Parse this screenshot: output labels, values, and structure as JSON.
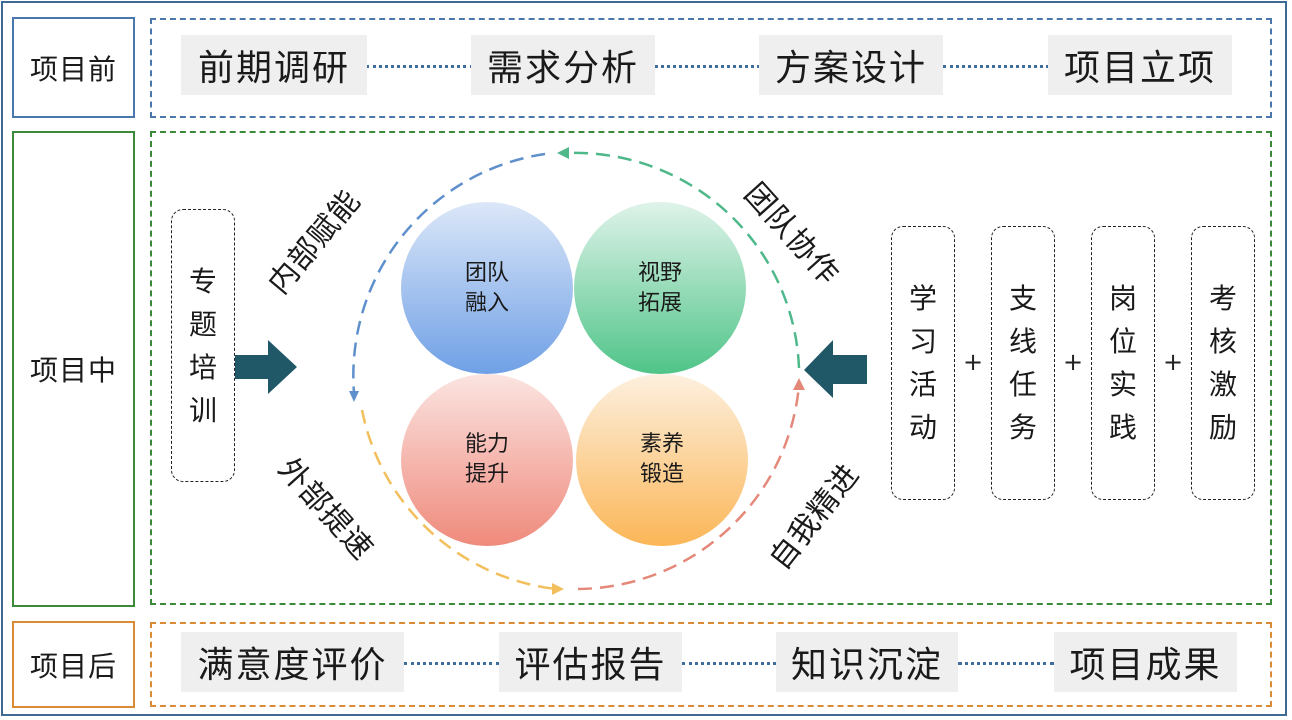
{
  "before": {
    "label": "项目前",
    "steps": [
      "前期调研",
      "需求分析",
      "方案设计",
      "项目立项"
    ]
  },
  "during": {
    "label": "项目中",
    "left_box": [
      "专",
      "题",
      "培",
      "训"
    ],
    "quadrants": [
      {
        "line1": "团队",
        "line2": "融入"
      },
      {
        "line1": "视野",
        "line2": "拓展"
      },
      {
        "line1": "能力",
        "line2": "提升"
      },
      {
        "line1": "素养",
        "line2": "锻造"
      }
    ],
    "arc_labels": {
      "top_left": "内部赋能",
      "top_right": "团队协作",
      "bottom_left": "外部提速",
      "bottom_right": "自我精进"
    },
    "right_boxes": [
      [
        "学",
        "习",
        "活",
        "动"
      ],
      [
        "支",
        "线",
        "任",
        "务"
      ],
      [
        "岗",
        "位",
        "实",
        "践"
      ],
      [
        "考",
        "核",
        "激",
        "励"
      ]
    ],
    "plus_sign": "+"
  },
  "after": {
    "label": "项目后",
    "steps": [
      "满意度评价",
      "评估报告",
      "知识沉淀",
      "项目成果"
    ]
  },
  "colors": {
    "frame": "#3f6a96",
    "before": "#4a78ad",
    "during": "#3a8a3a",
    "after": "#d98b36",
    "arrow": "#215868"
  }
}
